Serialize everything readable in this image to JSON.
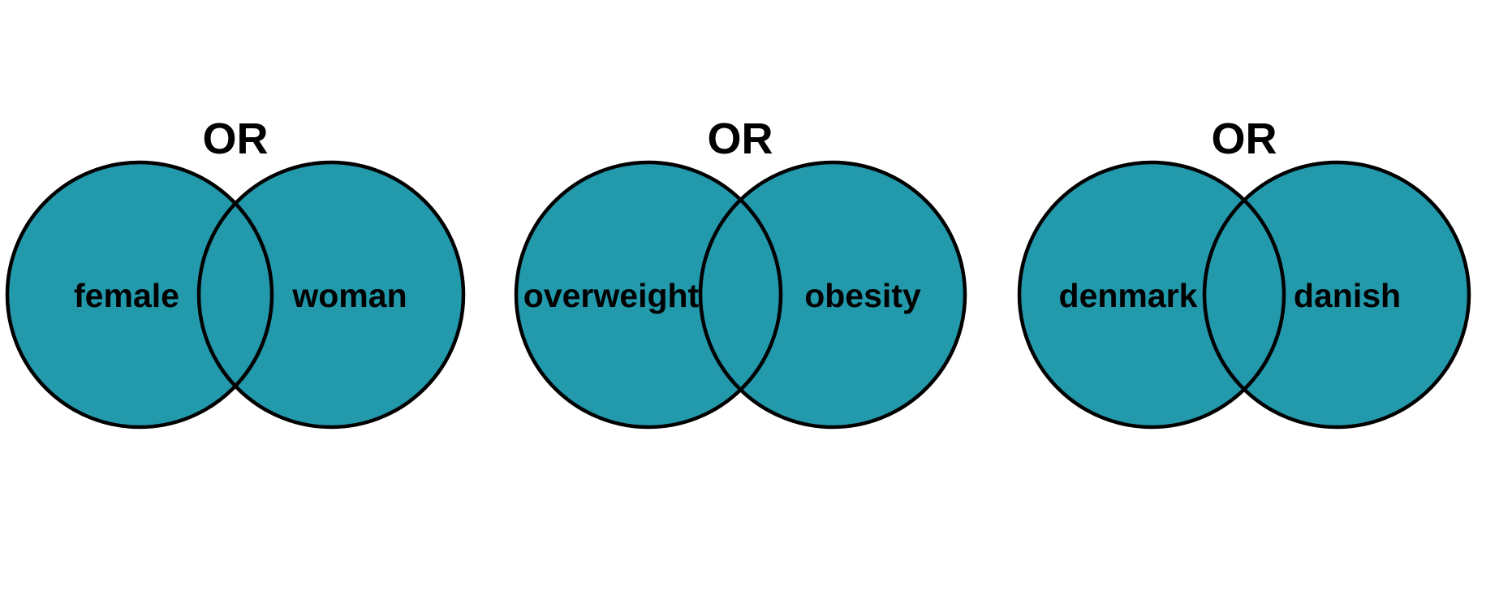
{
  "figure": {
    "background_color": "#ffffff",
    "circle_fill_color": "#2399ac",
    "circle_stroke_color": "#000000",
    "text_color": "#000000"
  },
  "diagrams": [
    {
      "operator": "OR",
      "left_term": "female",
      "right_term": "woman"
    },
    {
      "operator": "OR",
      "left_term": "overweight",
      "right_term": "obesity"
    },
    {
      "operator": "OR",
      "left_term": "denmark",
      "right_term": "danish"
    }
  ]
}
